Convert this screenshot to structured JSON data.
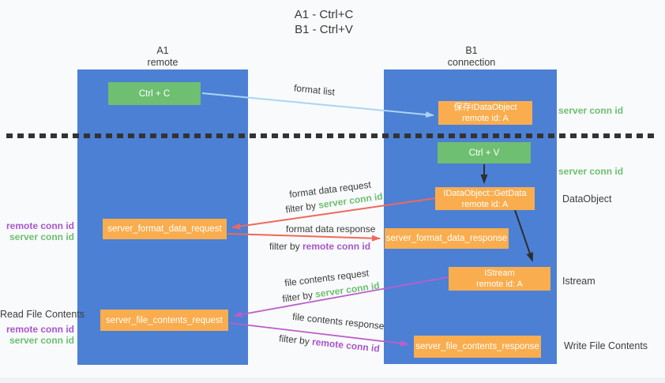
{
  "title": {
    "line1": "A1 - Ctrl+C",
    "line2": "B1 - Ctrl+V"
  },
  "columns": {
    "a1": {
      "name": "A1",
      "subtitle": "remote"
    },
    "b1": {
      "name": "B1",
      "subtitle": "connection"
    }
  },
  "nodes": {
    "ctrl_c": "Ctrl + C",
    "ctrl_v": "Ctrl + V",
    "save_idataobject": {
      "line1": "保存IDataObject",
      "line2": "remote id: A"
    },
    "getdata": {
      "line1": "IDataObject::GetData",
      "line2": "remote id: A"
    },
    "istream": {
      "line1": "IStream",
      "line2": "remote id: A"
    },
    "format_request": "server_format_data_request",
    "format_response": "server_format_data_response",
    "file_request": "server_file_contents_request",
    "file_response": "server_file_contents_response"
  },
  "flow_labels": {
    "format_list": "format list",
    "format_data_request": "format data request",
    "format_data_response": "format data response",
    "file_contents_request": "file contents request",
    "file_contents_response": "file contents response",
    "filter_by": "filter by ",
    "server_conn_id": "server conn id",
    "remote_conn_id": "remote conn id"
  },
  "side_labels": {
    "left_remote_conn_id": "remote conn id",
    "left_server_conn_id": "server conn id",
    "read_file_contents": "Read File Contents",
    "right_server_conn_id": "server conn id",
    "dataobject": "DataObject",
    "istream": "Istream",
    "write_file_contents": "Write File Contents"
  },
  "colors": {
    "lifeline_blue": "#4c80d4",
    "node_orange": "#f9ad4e",
    "node_green": "#6ebf71",
    "arrow_light_blue": "#a9d5f3",
    "arrow_red": "#f0685c",
    "arrow_purple": "#bc5ec9",
    "arrow_black": "#2e2e2e",
    "text_green": "#6cbf70",
    "text_purple": "#a855cd",
    "text_dark": "#3c3c3c",
    "background": "#f9fafb"
  }
}
